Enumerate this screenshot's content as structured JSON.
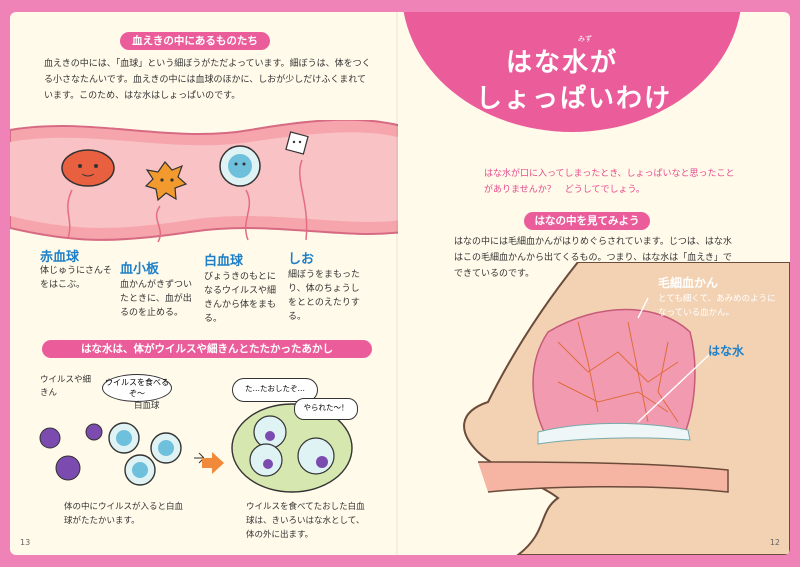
{
  "left_page": {
    "section1_title": "血えきの中にあるものたち",
    "section1_text": "血えきの中には、「血球」という細ぼうがただよっています。細ぼうは、体をつくる小さなたんいです。血えきの中には血球のほかに、しおが少しだけふくまれています。このため、はな水はしょっぱいのです。",
    "items": [
      {
        "label": "赤血球",
        "desc": "体じゅうにさんそをはこぶ。",
        "color": "#1f80c8"
      },
      {
        "label": "血小板",
        "desc": "血かんがきずついたときに、血が出るのを止める。",
        "color": "#1f80c8"
      },
      {
        "label": "白血球",
        "desc": "びょうきのもとになるウイルスや細きんから体をまもる。",
        "color": "#1f80c8"
      },
      {
        "label": "しお",
        "desc": "細ぼうをまもったり、体のちょうしをととのえたりする。",
        "color": "#1f80c8"
      }
    ],
    "section2_title": "はな水は、体がウイルスや細きんとたたかったあかし",
    "virus_label": "ウイルスや細きん",
    "bubble_eat": "ウイルスを食べるぞ〜",
    "wbc_label": "白血球",
    "caption_a": "体の中にウイルスが入ると白血球がたたかいます。",
    "bubble_defeated": "た…たおしたぞ…",
    "bubble_yarareta": "やられた〜！",
    "caption_b": "ウイルスを食べてたおした白血球は、きいろいはな水として、体の外に出ます。",
    "page_number": "13"
  },
  "right_page": {
    "ruby_mizu": "みず",
    "title_line1": "はな水が",
    "title_line2": "しょっぱいわけ",
    "intro": "はな水が口に入ってしまったとき、しょっぱいなと思ったことがありませんか？　どうしてでしょう。",
    "section_title": "はなの中を見てみよう",
    "body": "はなの中には毛細血かんがはりめぐらされています。じつは、はな水はこの毛細血かんから出てくるもの。つまり、はな水は「血えき」でできているのです。",
    "capillary_label": "毛細血かん",
    "capillary_desc": "とても細くて、あみめのようになっている血かん。",
    "hanamizu_label": "はな水",
    "page_number": "12"
  },
  "colors": {
    "pink": "#ea5d9a",
    "border_pink": "#ef83b8",
    "cream": "#fffaea",
    "blue": "#1f80c8",
    "vessel": "#f6a5ad",
    "skin": "#f3d2b3"
  }
}
